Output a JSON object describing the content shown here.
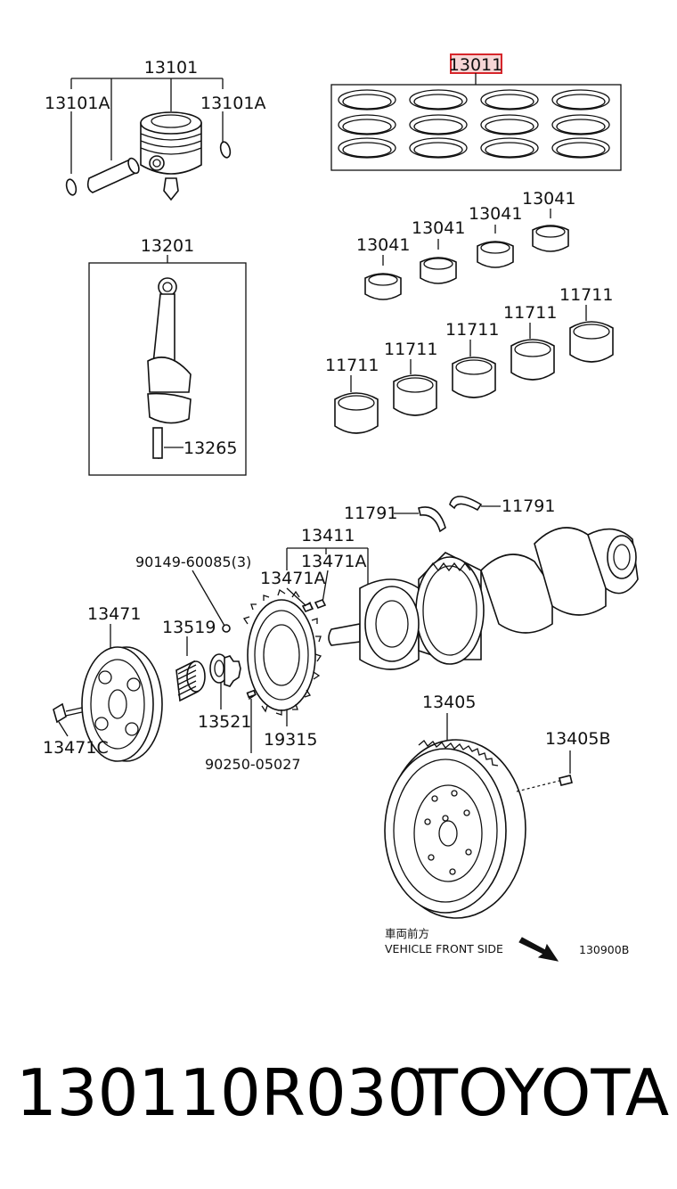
{
  "labels": {
    "piston": "13101",
    "snap_ring_left": "13101A",
    "snap_ring_right": "13101A",
    "ring_set": "13011",
    "conrod": "13201",
    "conrod_bolt": "13265",
    "conrod_bearing_1": "13041",
    "conrod_bearing_2": "13041",
    "conrod_bearing_3": "13041",
    "conrod_bearing_4": "13041",
    "main_bearing_1": "11711",
    "main_bearing_2": "11711",
    "main_bearing_3": "11711",
    "main_bearing_4": "11711",
    "main_bearing_5": "11711",
    "thrust_washer_left": "11791",
    "thrust_washer_right": "11791",
    "crankshaft": "13411",
    "key_right": "13471A",
    "key_left": "13471A",
    "pin_top": "90149-60085(3)",
    "pulley": "13471",
    "pulley_bolt": "13471C",
    "gear": "13519",
    "spacer": "13521",
    "sprocket": "19315",
    "pin_bottom": "90250-05027",
    "flywheel": "13405",
    "flywheel_bolt": "13405B"
  },
  "notes": {
    "front_side_jp": "車両前方",
    "front_side_en": "VEHICLE FRONT SIDE",
    "figure_code": "130900B"
  },
  "caption": {
    "part_number": "130110R030",
    "brand": "TOYOTA"
  },
  "colors": {
    "highlight": "#d6262b",
    "highlight_fill": "#f7d6d6",
    "line": "#111111"
  }
}
